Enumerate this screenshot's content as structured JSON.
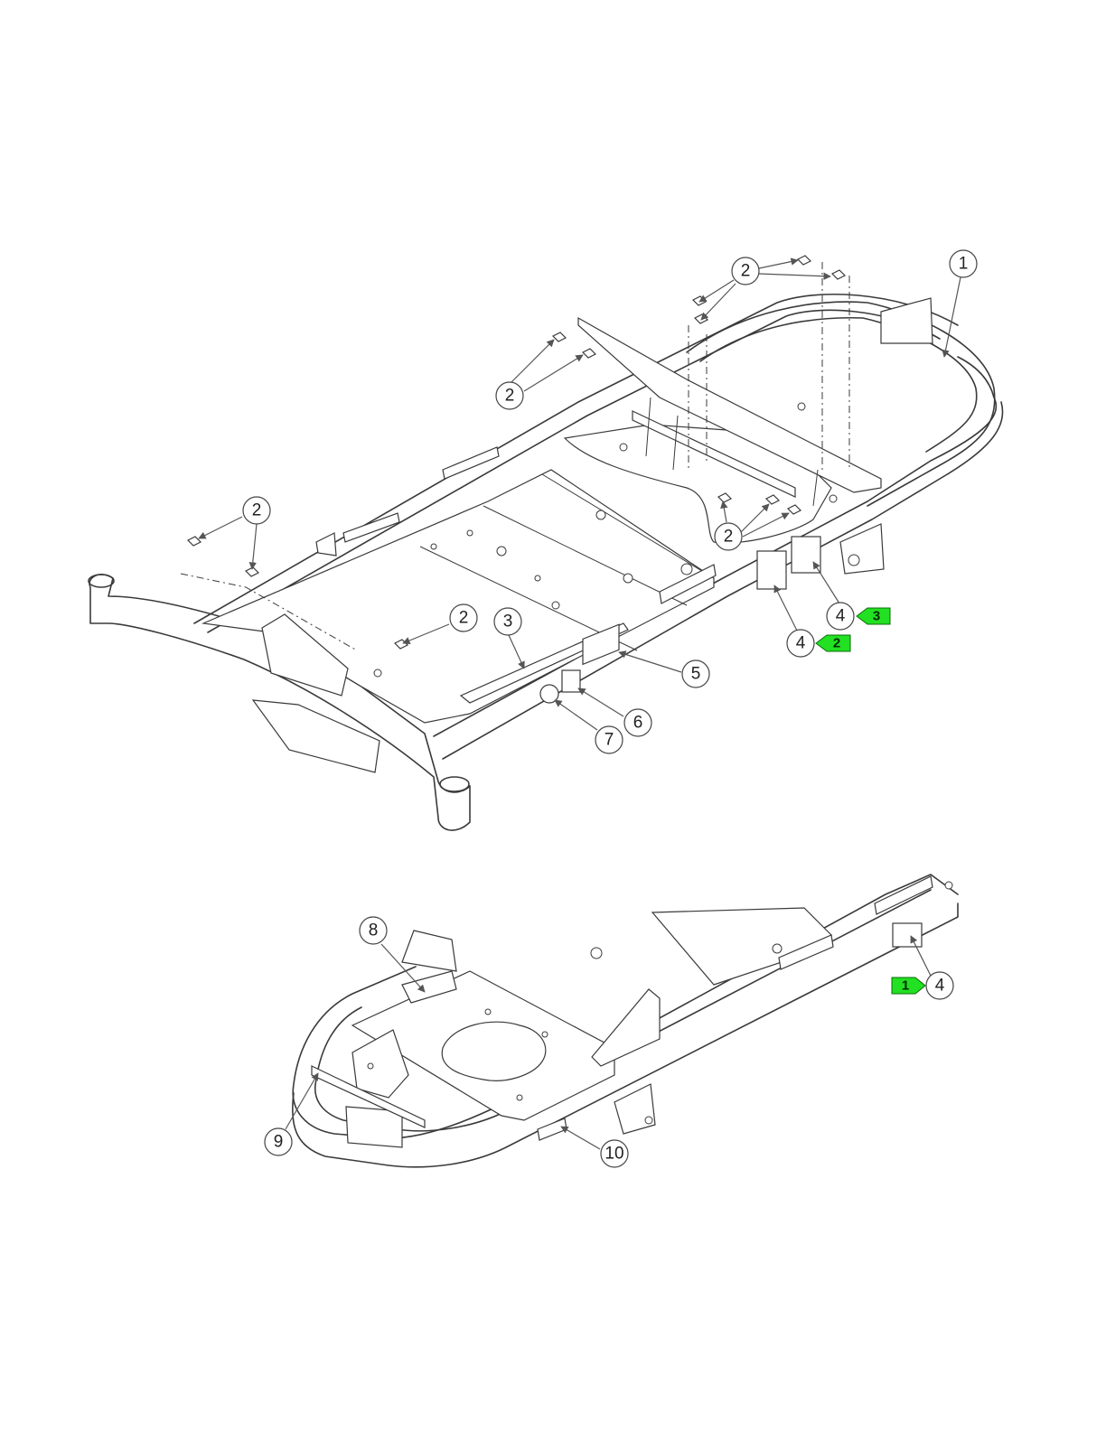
{
  "callouts": {
    "c1": "1",
    "c2a": "2",
    "c2b": "2",
    "c2c": "2",
    "c2d": "2",
    "c2e": "2",
    "c3": "3",
    "c4a": "4",
    "c4b": "4",
    "c4c": "4",
    "c5": "5",
    "c6": "6",
    "c7": "7",
    "c8": "8",
    "c9": "9",
    "c10": "10"
  },
  "tags": {
    "t3": "3",
    "t2": "2",
    "t1": "1"
  },
  "colors": {
    "tag_fill": "#22e022",
    "line": "#3a3a3a"
  }
}
